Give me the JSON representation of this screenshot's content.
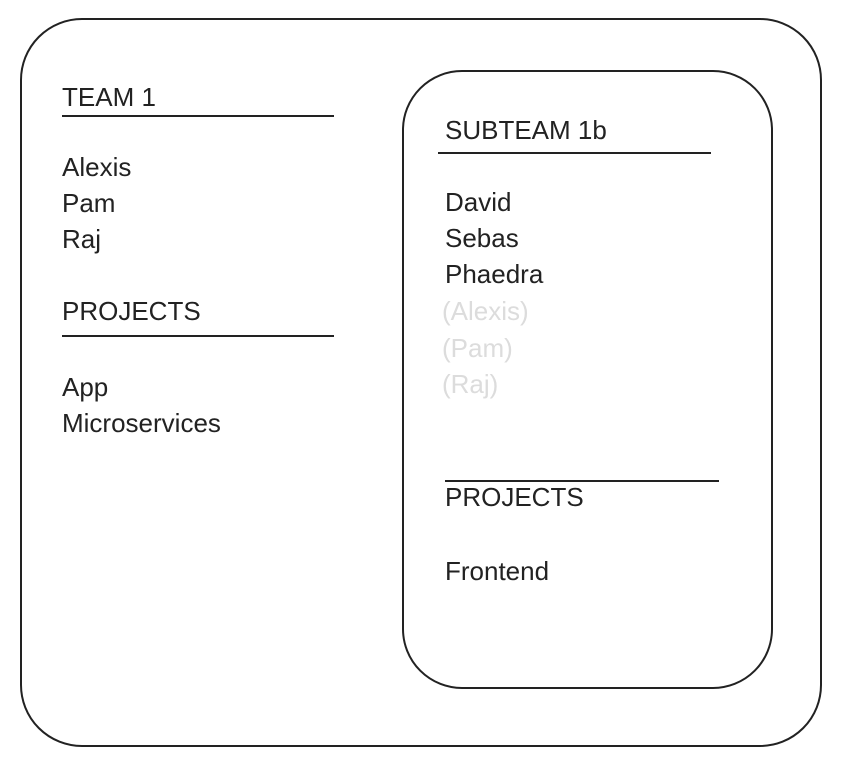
{
  "team": {
    "title": "TEAM 1",
    "members": [
      "Alexis",
      "Pam",
      "Raj"
    ],
    "projects_heading": "PROJECTS",
    "projects": [
      "App",
      "Microservices"
    ]
  },
  "subteam": {
    "title": "SUBTEAM 1b",
    "members": [
      "David",
      "Sebas",
      "Phaedra"
    ],
    "inherited_members": [
      "(Alexis)",
      "(Pam)",
      "(Raj)"
    ],
    "projects_heading": "PROJECTS",
    "projects": [
      "Frontend"
    ]
  },
  "colors": {
    "text": "#222222",
    "inherited_text": "#dcdcdc",
    "border": "#222222"
  }
}
